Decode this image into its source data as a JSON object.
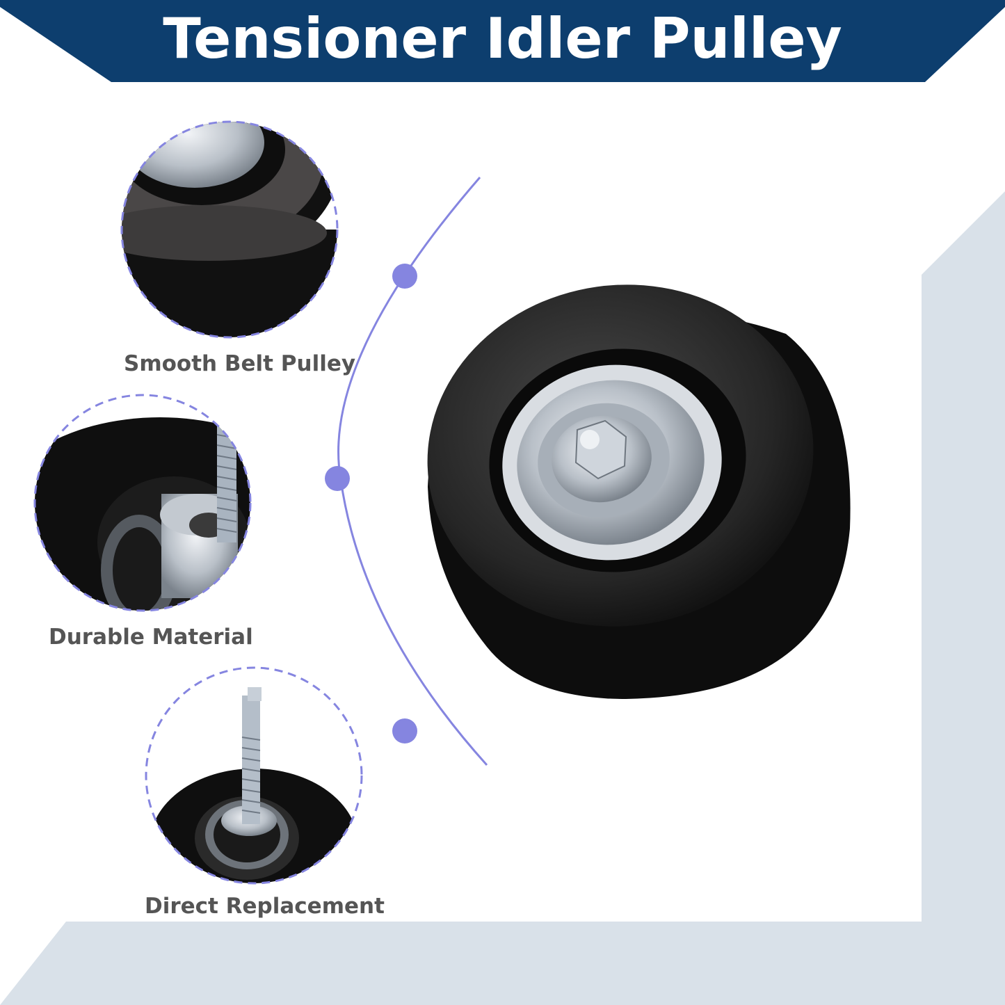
{
  "title": "Tensioner Idler Pulley",
  "features": [
    {
      "label": "Smooth Belt Pulley",
      "image": "pulley-rim-closeup"
    },
    {
      "label": "Durable Material",
      "image": "pulley-bearing-closeup"
    },
    {
      "label": "Direct Replacement",
      "image": "pulley-bolt-side-view"
    }
  ],
  "colors": {
    "banner": "#0d3e6e",
    "accent_purple": "#8585e0",
    "background_panel": "#d9e1e9",
    "caption_text": "#555555"
  }
}
